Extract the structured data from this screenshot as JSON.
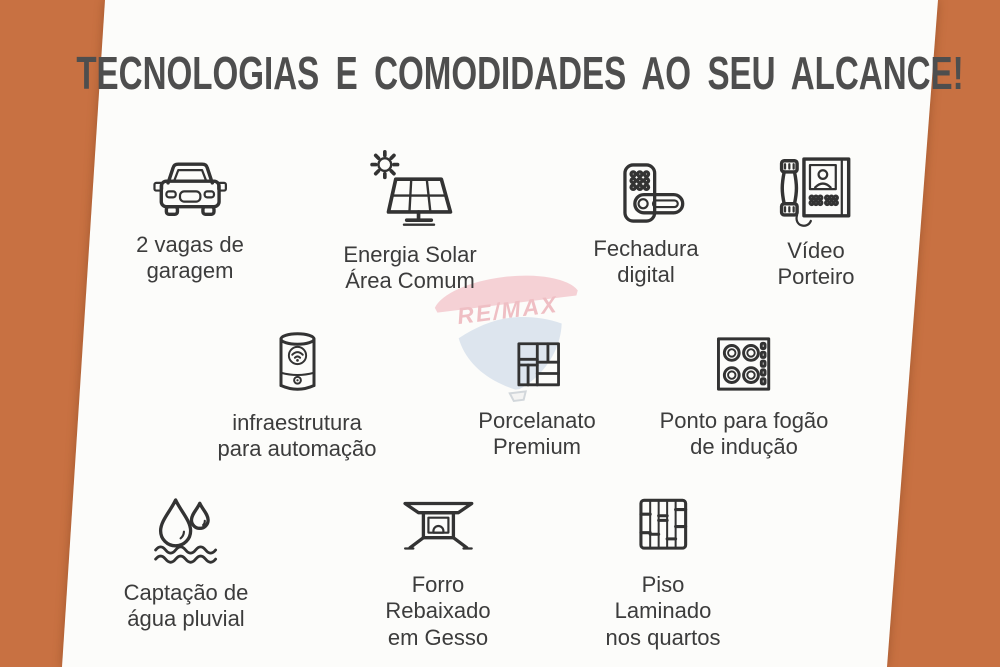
{
  "title": "TECNOLOGIAS E COMODIDADES AO SEU ALCANCE!",
  "watermark": {
    "brand": "RE/MAX",
    "balloon_top_color": "#EFA7B2",
    "balloon_bottom_color": "#BFD0E4",
    "text_color": "#E4838F"
  },
  "colors": {
    "background": "#C87142",
    "card": "#FCFCFA",
    "title_text": "#4E4E4E",
    "label_text": "#3C3C3C",
    "icon_stroke": "#333333"
  },
  "features": [
    {
      "name": "garagem",
      "icon": "car-icon",
      "label": "2 vagas de\ngaragem"
    },
    {
      "name": "energia-solar",
      "icon": "solar-panel-icon",
      "label": "Energia Solar\nÁrea Comum"
    },
    {
      "name": "fechadura",
      "icon": "digital-lock-icon",
      "label": "Fechadura\ndigital"
    },
    {
      "name": "video-porteiro",
      "icon": "video-intercom-icon",
      "label": "Vídeo\nPorteiro"
    },
    {
      "name": "automacao",
      "icon": "smart-speaker-icon",
      "label": "infraestrutura\npara automação"
    },
    {
      "name": "porcelanato",
      "icon": "tile-icon",
      "label": "Porcelanato\nPremium"
    },
    {
      "name": "fogao-inducao",
      "icon": "cooktop-icon",
      "label": "Ponto para fogão\nde indução"
    },
    {
      "name": "agua-pluvial",
      "icon": "water-drops-icon",
      "label": "Captação de\nágua pluvial"
    },
    {
      "name": "forro-gesso",
      "icon": "ceiling-plaster-icon",
      "label": "Forro\nRebaixado\nem Gesso"
    },
    {
      "name": "piso-laminado",
      "icon": "laminate-floor-icon",
      "label": "Piso\nLaminado\nnos quartos"
    }
  ]
}
